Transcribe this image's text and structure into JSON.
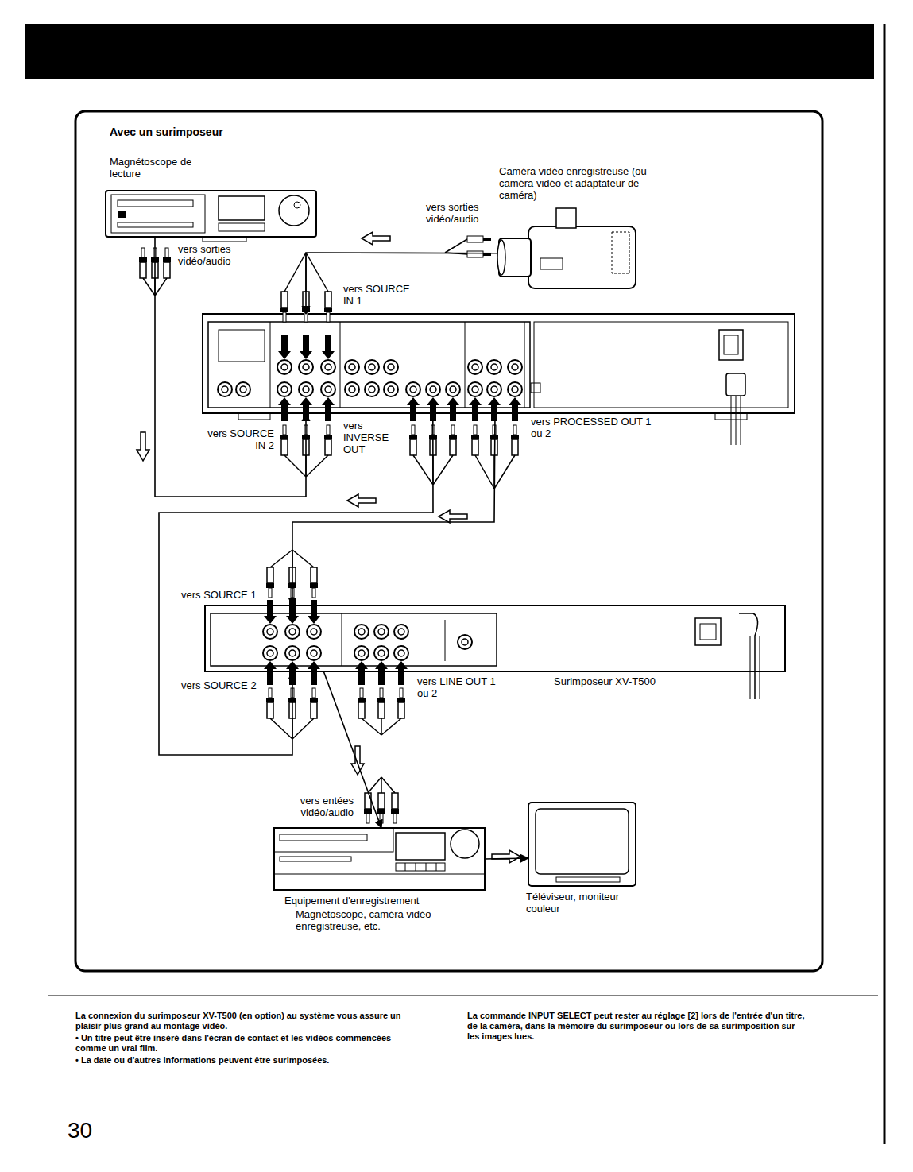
{
  "diagram": {
    "title": "Avec un surimposeur",
    "nodes": [
      {
        "text": [
          "Magnétoscope de lecture",
          "vers sorties vidéo/audio"
        ]
      },
      {
        "text": [
          "Caméra vidéo enregistreuse (ou caméra vidéo et adaptateur de caméra)",
          "vers sorties vidéo/audio"
        ]
      },
      {
        "text": [
          "vers SOURCE IN 1",
          "vers SOURCE IN 2",
          "vers INVERSE OUT",
          "vers PROCESSED OUT 1 ou 2"
        ]
      },
      {
        "text": [
          "vers SOURCE 1",
          "vers SOURCE 2",
          "vers LINE OUT 1 ou 2",
          "Surimposeur XV-T500"
        ]
      },
      {
        "text": [
          "vers entées vidéo/audio",
          "Equipement d'enregistrement",
          "Magnétoscope, caméra vidéo enregistreuse, etc."
        ]
      },
      {
        "text": [
          "Téléviseur, moniteur couleur"
        ]
      }
    ],
    "edges": [
      {
        "from": 1,
        "to": 2,
        "arrow": "to"
      },
      {
        "from": 0,
        "to": 2,
        "arrow": "to"
      },
      {
        "from": 2,
        "to": 3,
        "arrow": "to"
      },
      {
        "from": 2,
        "to": 3,
        "arrow": "to"
      },
      {
        "from": 3,
        "to": 4,
        "arrow": "to"
      },
      {
        "from": 4,
        "to": 5,
        "arrow": "to"
      }
    ],
    "labels": [
      "La connexion du surimposeur XV-T500 (en option) au système vous assure un plaisir plus grand au montage vidéo.",
      "• Un titre peut être inséré dans l'écran de contact et les vidéos commencées comme un vrai film.",
      "• La date ou d'autres informations peuvent être surimposées.",
      "La commande INPUT SELECT peut rester au réglage [2] lors de l'entrée d'un titre, de la caméra, dans la mémoire du surimposeur ou lors de sa surimposition sur les images lues.",
      "30"
    ]
  }
}
